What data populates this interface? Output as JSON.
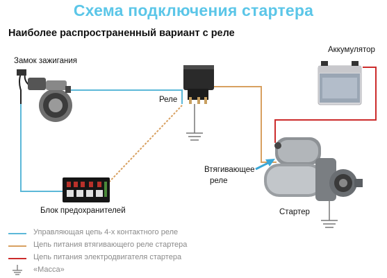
{
  "title": "Схема подключения стартера",
  "subtitle": "Наиболее распространенный вариант с реле",
  "labels": {
    "ignition": "Замок зажигания",
    "relay": "Реле",
    "battery": "Аккумулятор",
    "solenoid_line1": "Втягивающее",
    "solenoid_line2": "реле",
    "fuse_box": "Блок предохранителей",
    "starter": "Стартер"
  },
  "legend": [
    {
      "text": "Управляющая цепь 4-х контактного реле",
      "color": "#5bb8d8"
    },
    {
      "text": "Цепь питания втягивающего реле стартера",
      "color": "#d8a060"
    },
    {
      "text": "Цепь питания электродвигателя стартера",
      "color": "#cc2b2b"
    },
    {
      "text": "«Масса»",
      "icon": "ground-icon"
    }
  ],
  "colors": {
    "control": "#5bb8d8",
    "solenoid": "#d8a060",
    "motor": "#cc2b2b",
    "ground": "#777777",
    "arrow": "#3aa7d6"
  }
}
